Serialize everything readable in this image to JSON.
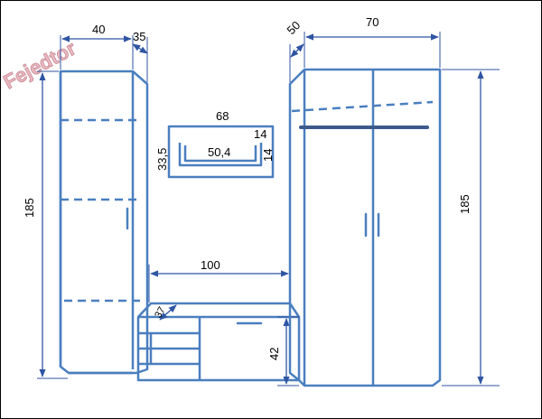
{
  "watermark": "Fejedtor",
  "dimensions": {
    "locker_width": "40",
    "locker_depth": "35",
    "locker_height": "185",
    "shelf_width": "68",
    "shelf_height": "33,5",
    "shelf_inner_width": "50,4",
    "shelf_side_a": "14",
    "shelf_side_b": "14",
    "bench_width": "100",
    "bench_depth": "37",
    "bench_height": "42",
    "wardrobe_depth": "50",
    "wardrobe_width": "70",
    "wardrobe_height": "185"
  }
}
